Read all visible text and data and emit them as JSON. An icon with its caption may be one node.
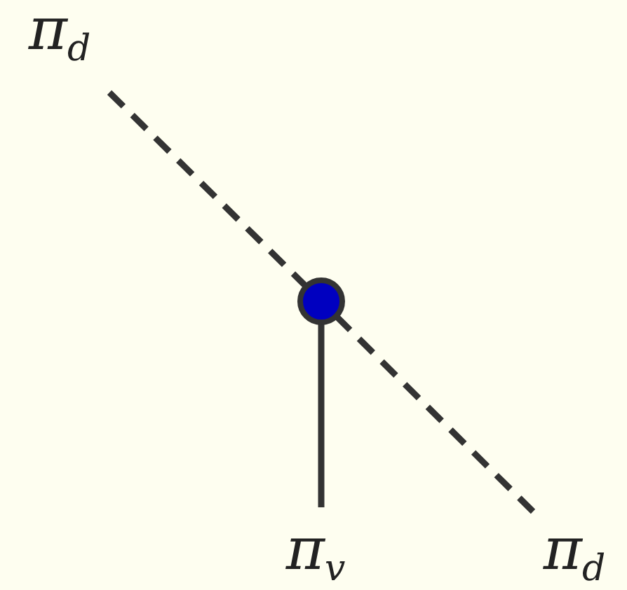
{
  "diagram": {
    "nodes": [
      {
        "text": [
          "π$_{d}$"
        ]
      },
      {
        "text": [],
        "shape": "circle"
      },
      {
        "text": [
          "π$_{v}$"
        ]
      },
      {
        "text": [
          "π$_{d}$"
        ]
      }
    ],
    "edges": [
      {
        "from": 0,
        "to": 1,
        "arrow": "none",
        "style": "dashed"
      },
      {
        "from": 1,
        "to": 3,
        "arrow": "none",
        "style": "dashed"
      },
      {
        "from": 1,
        "to": 2,
        "arrow": "none"
      }
    ]
  }
}
